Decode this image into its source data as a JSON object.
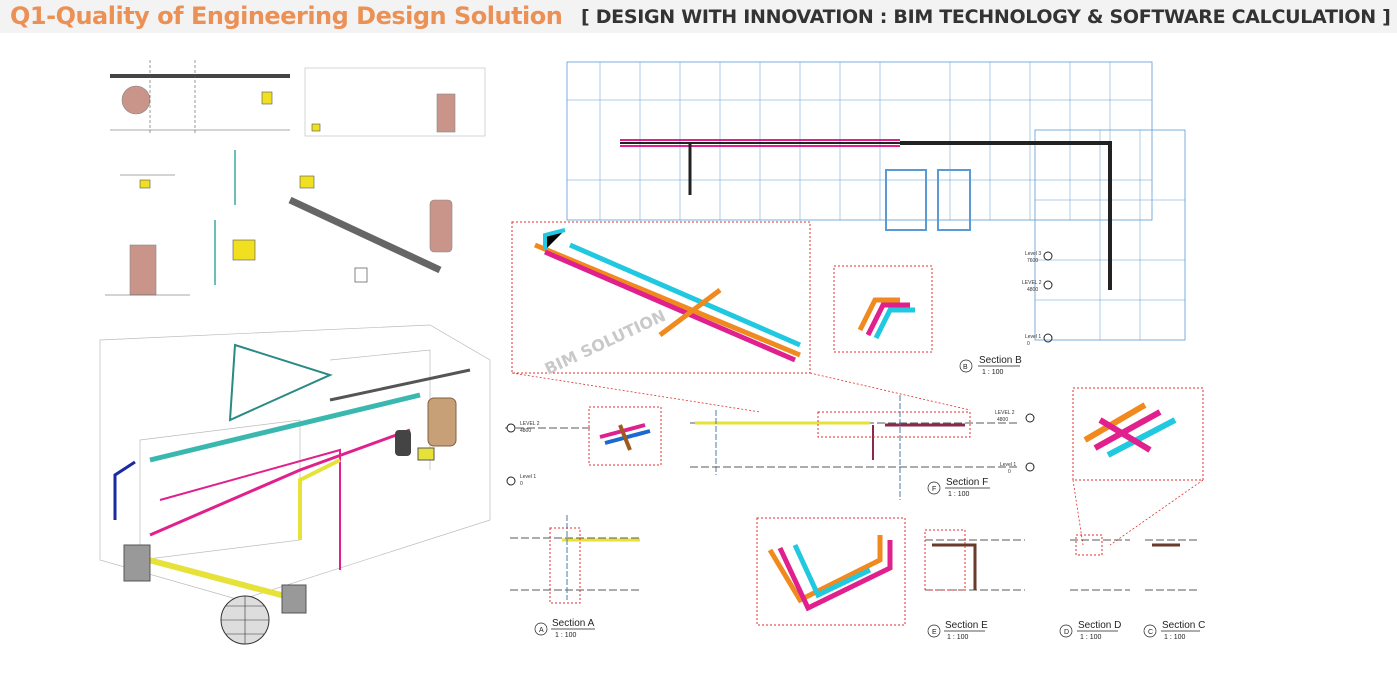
{
  "header": {
    "title": "Q1-Quality of Engineering Design Solution",
    "subtitle": "[ DESIGN WITH INNOVATION : BIM  TECHNOLOGY & SOFTWARE CALCULATION ]"
  },
  "watermark": "BIM SOLUTION",
  "sections": [
    {
      "id": "B",
      "title": "Section B",
      "scale": "1 : 100"
    },
    {
      "id": "F",
      "title": "Section F",
      "scale": "1 : 100"
    },
    {
      "id": "A",
      "title": "Section A",
      "scale": "1 : 100"
    },
    {
      "id": "E",
      "title": "Section E",
      "scale": "1 : 100"
    },
    {
      "id": "D",
      "title": "Section D",
      "scale": "1 : 100"
    },
    {
      "id": "C",
      "title": "Section C",
      "scale": "1 : 100"
    }
  ],
  "levels": {
    "level3": "Level 3",
    "level3_value": "7600",
    "level2": "LEVEL 2",
    "level2_value": "4800",
    "level1": "Level 1",
    "level1_value": "0"
  },
  "colors": {
    "title": "#eb9156",
    "plan": "#5b9bd5",
    "callout": "#e03030",
    "pipe_yellow": "#e6e23a",
    "pipe_magenta": "#e0208c",
    "pipe_cyan": "#20c8e0",
    "pipe_orange": "#f08a1e",
    "pipe_teal": "#3aa8a0"
  }
}
